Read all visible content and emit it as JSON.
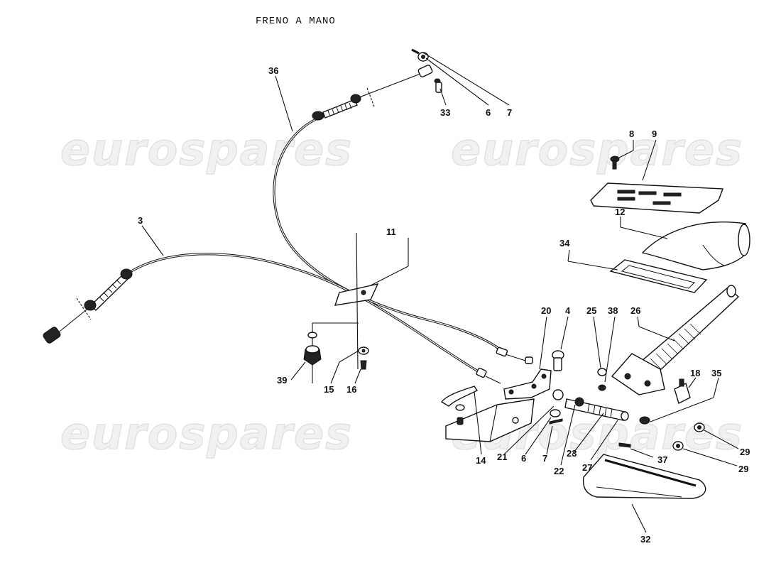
{
  "title": "FRENO A MANO",
  "watermark": "eurospares",
  "callouts": {
    "c3": "3",
    "c36": "36",
    "c6a": "6",
    "c7a": "7",
    "c33": "33",
    "c8": "8",
    "c9": "9",
    "c12": "12",
    "c34": "34",
    "c11": "11",
    "c20": "20",
    "c4": "4",
    "c25": "25",
    "c38": "38",
    "c26": "26",
    "c18": "18",
    "c35": "35",
    "c39": "39",
    "c15": "15",
    "c16": "16",
    "c14": "14",
    "c21": "21",
    "c6b": "6",
    "c7b": "7",
    "c22": "22",
    "c23": "23",
    "c27": "27",
    "c37": "37",
    "c29a": "29",
    "c29b": "29",
    "c32": "32"
  }
}
